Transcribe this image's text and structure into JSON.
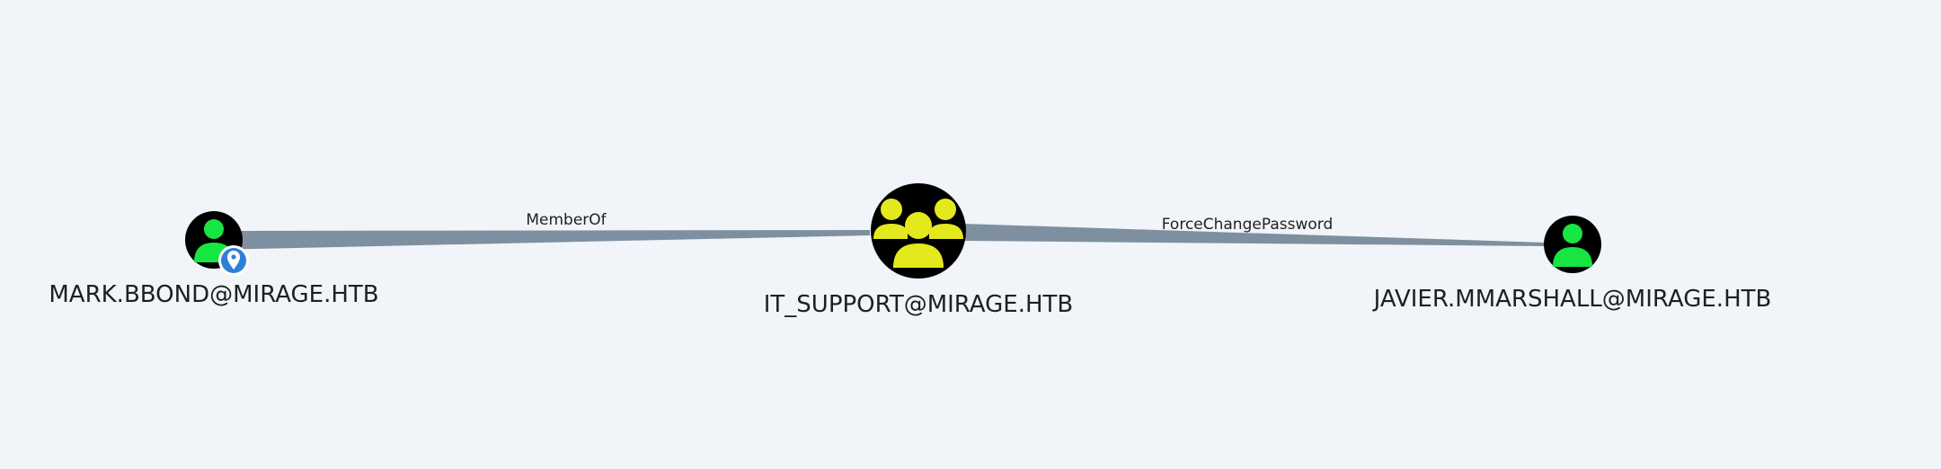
{
  "graph": {
    "nodes": [
      {
        "id": "mark",
        "label": "MARK.BBOND@MIRAGE.HTB",
        "type": "user",
        "owned": true,
        "icon": "user-icon",
        "badge_icon": "owned-pin-icon"
      },
      {
        "id": "itsupport",
        "label": "IT_SUPPORT@MIRAGE.HTB",
        "type": "group",
        "icon": "group-icon"
      },
      {
        "id": "javier",
        "label": "JAVIER.MMARSHALL@MIRAGE.HTB",
        "type": "user",
        "icon": "user-icon"
      }
    ],
    "edges": [
      {
        "from": "mark",
        "to": "itsupport",
        "label": "MemberOf"
      },
      {
        "from": "itsupport",
        "to": "javier",
        "label": "ForceChangePassword"
      }
    ]
  },
  "colors": {
    "background": "#f1f4f9",
    "node_fill": "#000000",
    "user_icon": "#17e642",
    "group_icon": "#e3e91c",
    "edge": "#7e909f",
    "owned_badge": "#2d7fd8"
  }
}
